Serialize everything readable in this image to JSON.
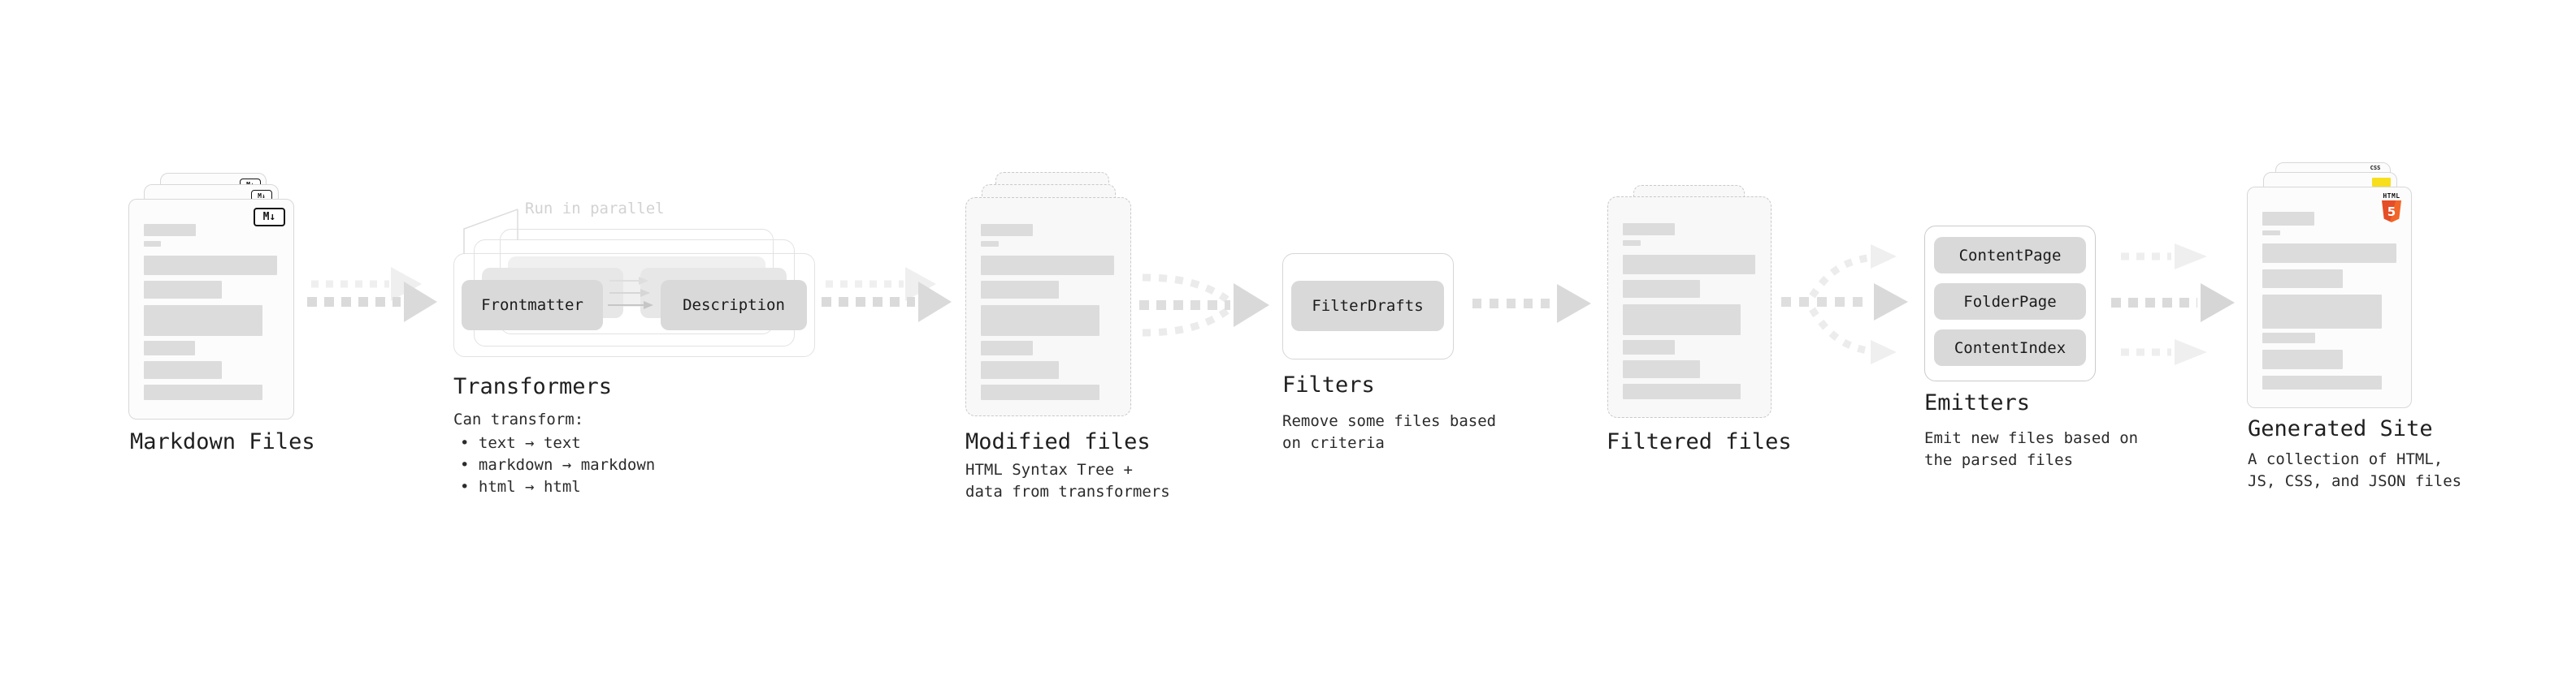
{
  "colors": {
    "background": "#ffffff",
    "arrow_gray": "#dadada",
    "arrow_ghost": "#efefef",
    "pill_gray": "#d9d9d9",
    "bar_gray": "#dcdcdc",
    "text_dark": "#1f1f1f",
    "callout_gray": "#d2d2d2",
    "html5_orange": "#e44d26",
    "js_yellow": "#f7df1e",
    "css_blue": "#2c63f2"
  },
  "stages": {
    "markdown": {
      "title": "Markdown Files",
      "badge": "M↓"
    },
    "transformers": {
      "title": "Transformers",
      "callout": "Run in parallel",
      "pill_left": "Frontmatter",
      "pill_right": "Description",
      "desc_heading": "Can transform:",
      "bullets": [
        "• text → text",
        "• markdown → markdown",
        "• html → html"
      ]
    },
    "modified": {
      "title": "Modified files",
      "desc": [
        "HTML Syntax Tree +",
        "data from transformers"
      ]
    },
    "filters": {
      "title": "Filters",
      "pill": "FilterDrafts",
      "desc": [
        "Remove some files based",
        "on criteria"
      ]
    },
    "filtered": {
      "title": "Filtered files"
    },
    "emitters": {
      "title": "Emitters",
      "pills": [
        "ContentPage",
        "FolderPage",
        "ContentIndex"
      ],
      "desc": [
        "Emit new files based on",
        "the parsed files"
      ]
    },
    "generated": {
      "title": "Generated Site",
      "desc": [
        "A collection of HTML,",
        "JS, CSS, and JSON files"
      ],
      "badge_css": "CSS",
      "badge_html_label": "HTML",
      "badge_html_number": "5"
    }
  }
}
